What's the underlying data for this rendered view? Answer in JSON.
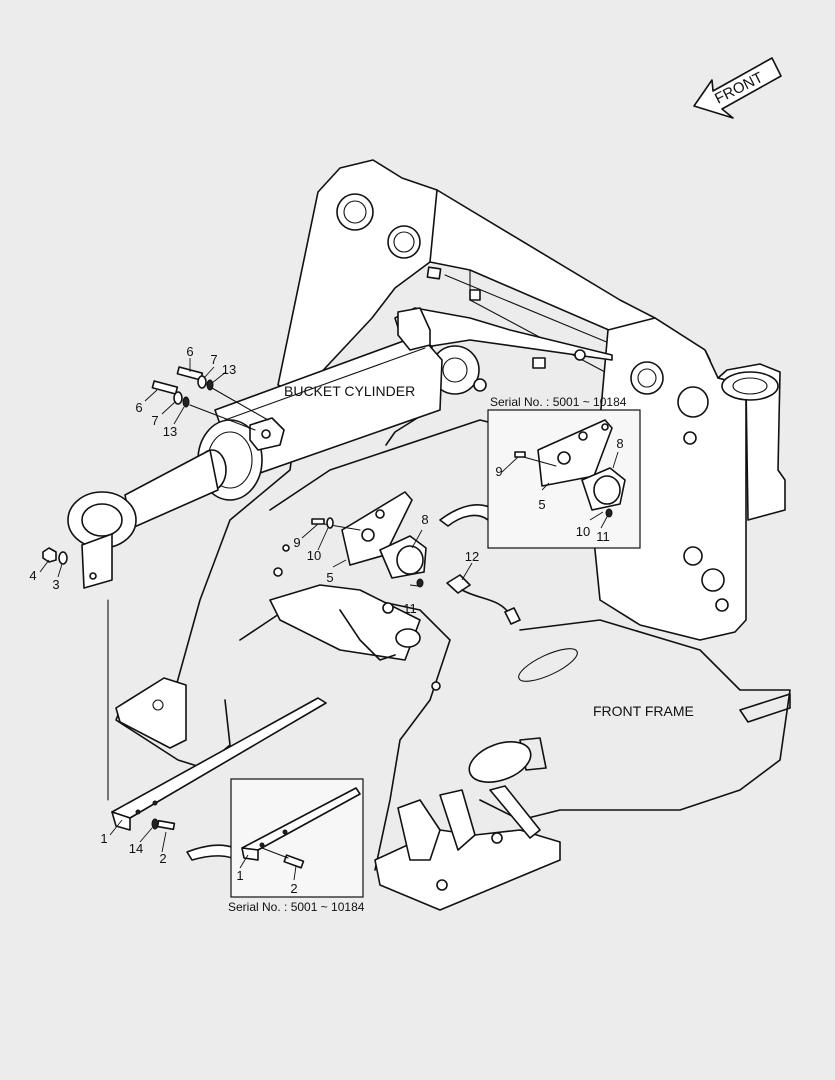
{
  "direction_label": "FRONT",
  "labels": {
    "bucket_cylinder": "BUCKET CYLINDER",
    "front_frame": "FRONT FRAME"
  },
  "insets": [
    {
      "serial": "Serial No. : 5001 ~ 10184"
    },
    {
      "serial": "Serial No. : 5001 ~ 10184"
    }
  ],
  "callouts": {
    "main": [
      "1",
      "2",
      "3",
      "4",
      "5",
      "6",
      "6",
      "7",
      "7",
      "8",
      "9",
      "10",
      "11",
      "12",
      "13",
      "13",
      "14"
    ],
    "inset_top": [
      "5",
      "8",
      "9",
      "10",
      "11"
    ],
    "inset_bottom": [
      "1",
      "2"
    ]
  }
}
